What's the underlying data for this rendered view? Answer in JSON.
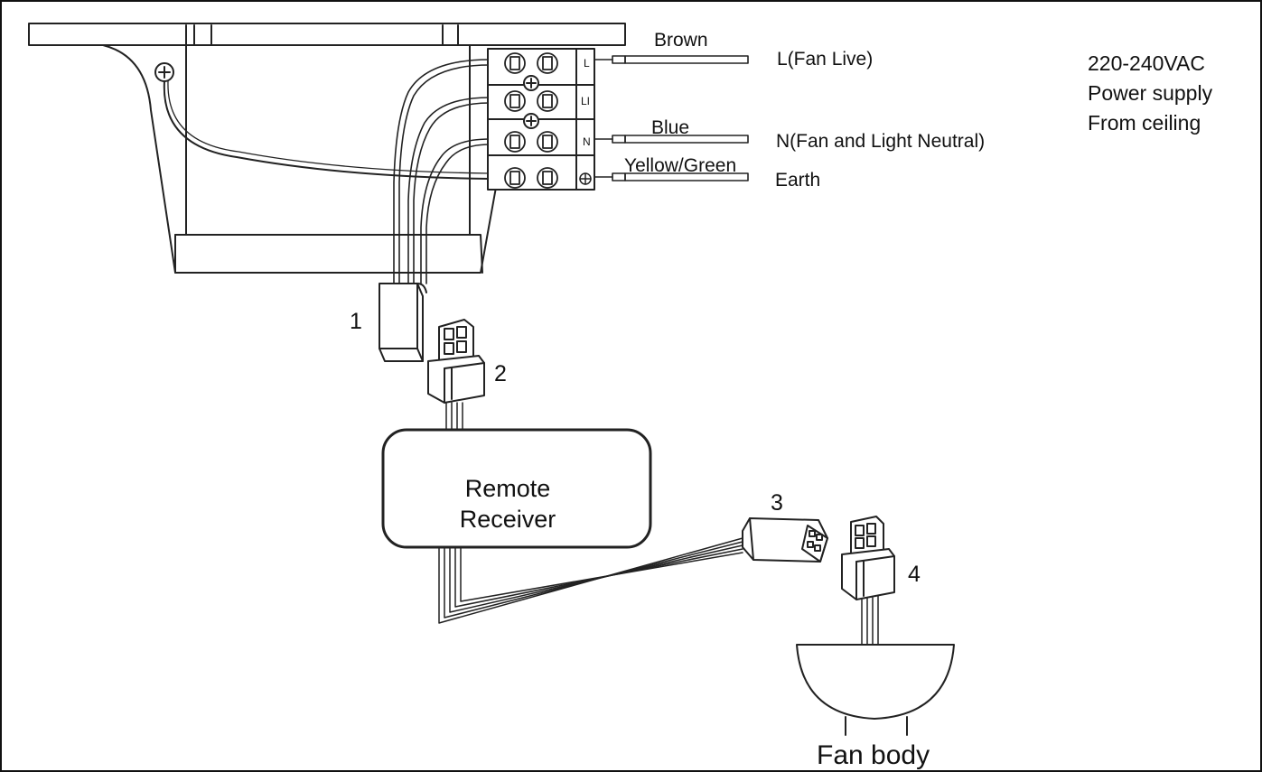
{
  "terminal_block": {
    "terminals": [
      {
        "letter": "L",
        "wire_color": "Brown",
        "connection": "L(Fan Live)"
      },
      {
        "letter": "LI",
        "wire_color": "",
        "connection": ""
      },
      {
        "letter": "N",
        "wire_color": "Blue",
        "connection": "N(Fan and Light Neutral)"
      },
      {
        "letter": "",
        "wire_color": "Yellow/Green",
        "connection": "Earth"
      }
    ],
    "earth_symbol": "earth-symbol"
  },
  "supply_note": {
    "lines": [
      "220-240VAC",
      "Power supply",
      "From ceiling"
    ]
  },
  "connectors": [
    "1",
    "2",
    "3",
    "4"
  ],
  "receiver": {
    "line1": "Remote",
    "line2": "Receiver"
  },
  "fan": {
    "label": "Fan body"
  },
  "colors": {
    "line": "#222222",
    "background": "#ffffff"
  }
}
